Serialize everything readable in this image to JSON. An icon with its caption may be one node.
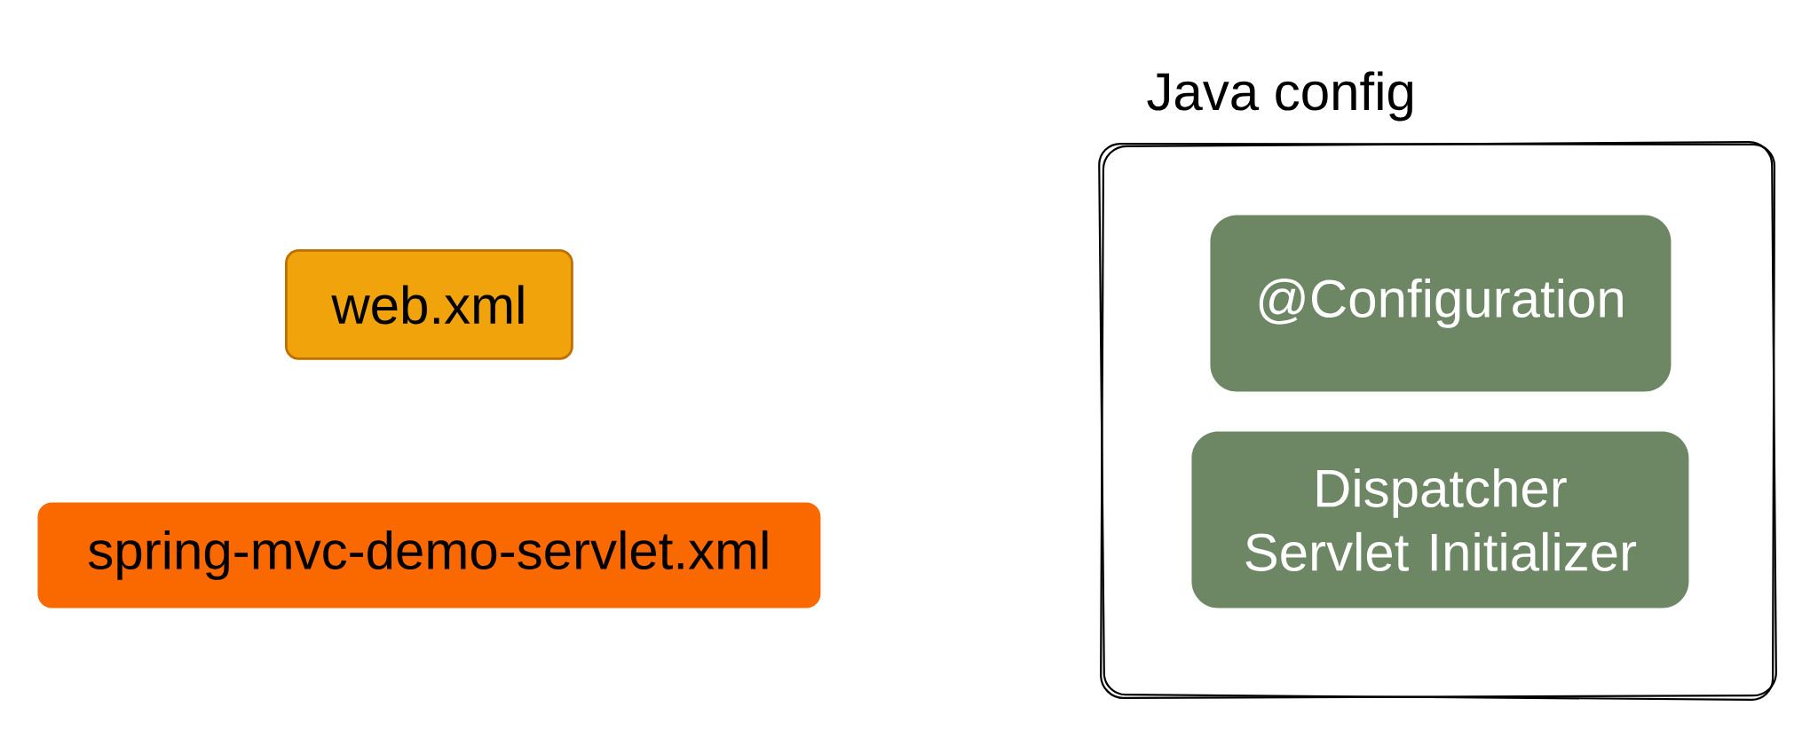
{
  "diagram": {
    "nodes": [
      {
        "text": [
          "web.xml"
        ]
      },
      {
        "text": [
          "spring-mvc-demo-servlet.xml"
        ]
      },
      {
        "text": [
          "Java config"
        ]
      },
      {
        "text": [
          "@Configuration"
        ],
        "in": 2
      },
      {
        "text": [
          "Dispatcher Servlet Initializer"
        ],
        "in": 2
      }
    ]
  }
}
